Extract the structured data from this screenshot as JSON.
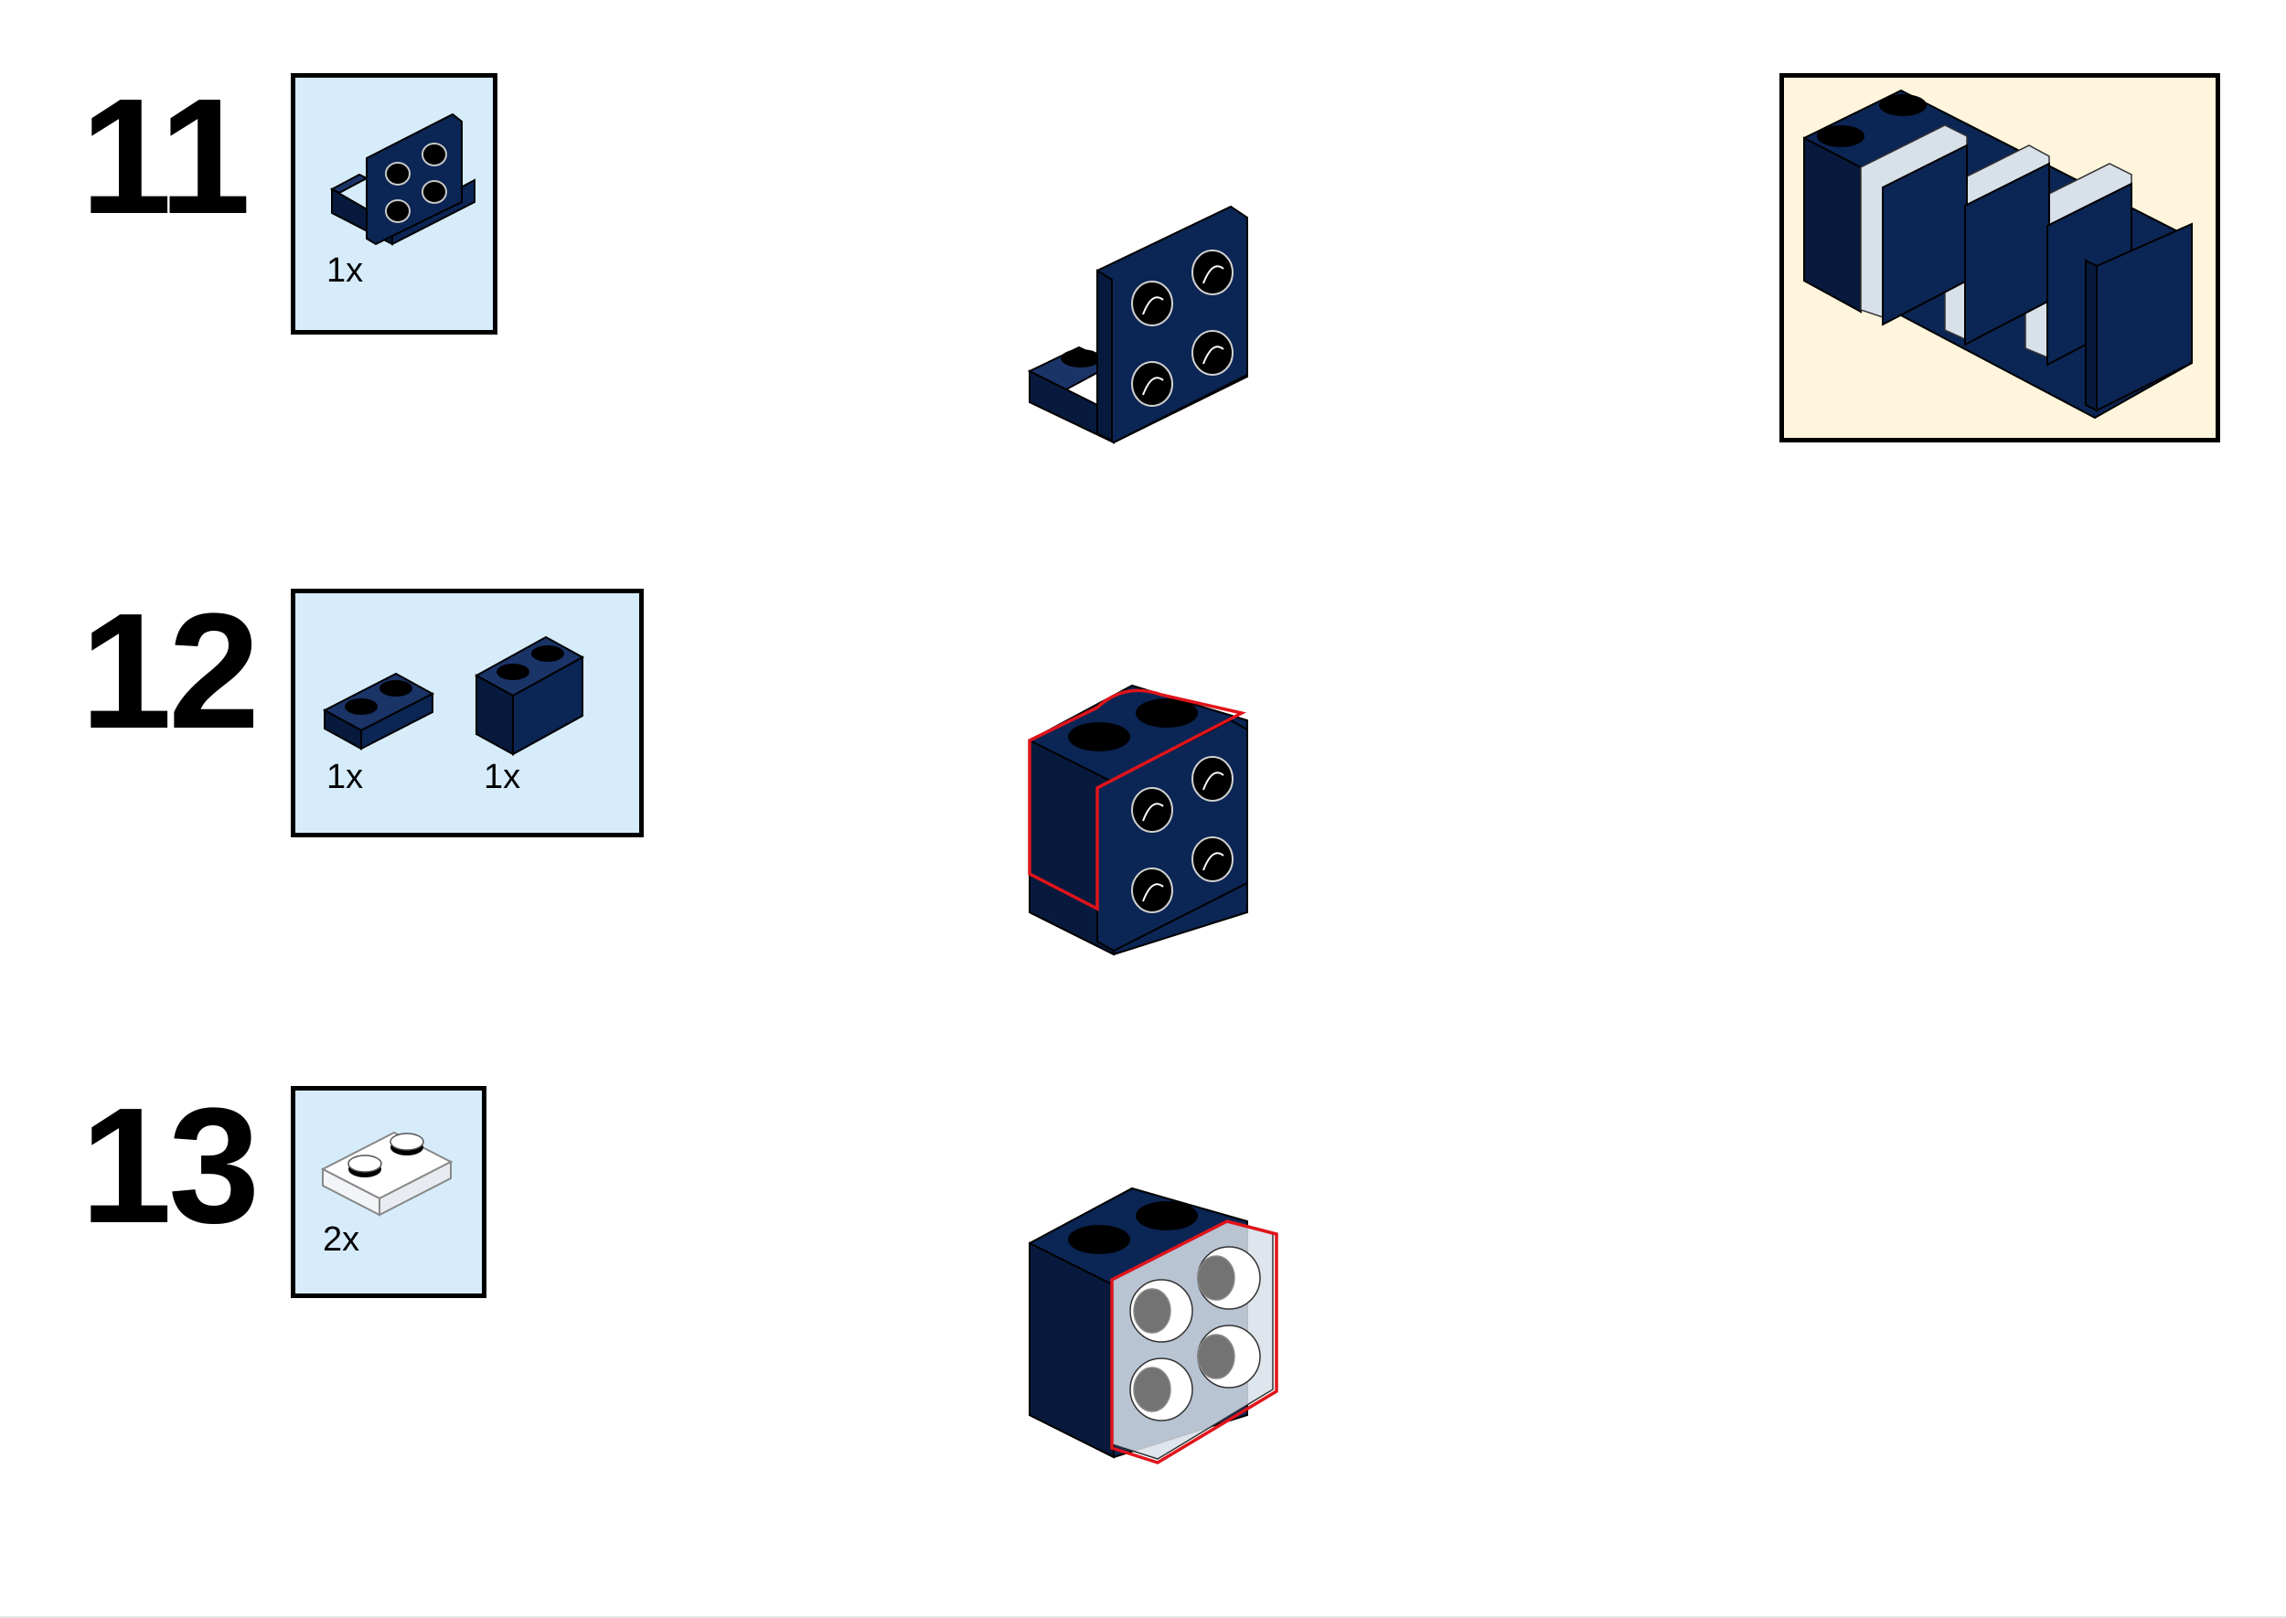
{
  "steps": [
    {
      "number": "11",
      "parts": [
        {
          "qty": "1x",
          "part": "navy-bracket-1x2-2x2"
        }
      ]
    },
    {
      "number": "12",
      "parts": [
        {
          "qty": "1x",
          "part": "navy-plate-1x2"
        },
        {
          "qty": "1x",
          "part": "navy-brick-1x2"
        }
      ]
    },
    {
      "number": "13",
      "parts": [
        {
          "qty": "2x",
          "part": "trans-clear-plate-1x2"
        }
      ]
    }
  ],
  "colors": {
    "part_navy": "#0b2554",
    "part_navy_dark": "#071a3d",
    "parts_box_bg": "#d6ecfb",
    "callout_bg": "#fff5dc",
    "highlight_red": "#e0141b",
    "trans_clear": "#d8e0ea"
  }
}
